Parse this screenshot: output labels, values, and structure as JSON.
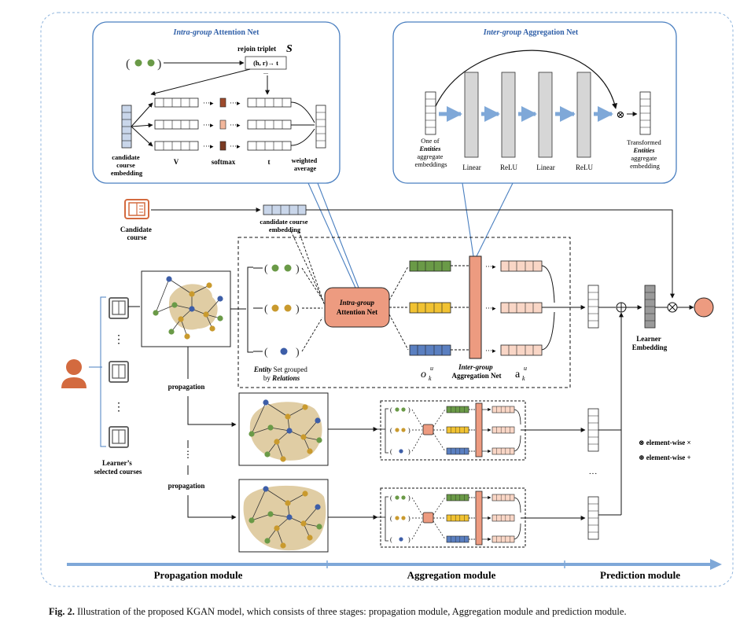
{
  "colors": {
    "green": "#6a9a47",
    "gold": "#c99a2e",
    "blue": "#3d5ea8",
    "salmon": "#ed9b80",
    "peach": "#f9d6c6",
    "tan": "#e0cda4",
    "frame_blue": "#4a7fc0",
    "arrow_blue": "#7fa8d8",
    "user": "#d36a3f",
    "light_blue_cell": "#c9d6ea",
    "gray_layer": "#d6d6d6"
  },
  "intra_net": {
    "title_italic": "Intra-group",
    "title_rest": " Attention Net",
    "rejoin_label": "rejoin triplet",
    "triplet_symbol": "S",
    "triplet_text": "(h, r)→ t",
    "triplet_dots": "...",
    "candidate_embed_label": [
      "candidate",
      "course",
      "embedding"
    ],
    "v_label": "V",
    "softmax_label": "softmax",
    "t_label": "t",
    "weighted_label": [
      "weighted",
      "average"
    ],
    "dots_arrow": "···▸"
  },
  "inter_net": {
    "title_italic": "Inter-group",
    "title_rest": " Aggregation Net",
    "layers": [
      "Linear",
      "ReLU",
      "Linear",
      "ReLU"
    ],
    "input_label": [
      "One of",
      "Entities",
      "aggregate",
      "embeddings"
    ],
    "output_label": [
      "Transformed",
      "Entities",
      "aggregate",
      "embedding"
    ],
    "otimes": "⊗"
  },
  "candidate": {
    "icon": "book-icon",
    "label": [
      "Candidate",
      "course"
    ],
    "embed_label": [
      "candidate course",
      "embedding"
    ]
  },
  "learner": {
    "icon": "person-icon",
    "courses_label": [
      "Learner’s",
      "selected courses"
    ],
    "vdots": "⋮",
    "embedding_label": [
      "Learner",
      "Embedding"
    ]
  },
  "propagation": {
    "label": "propagation",
    "vdots": "⋮"
  },
  "entity_set": {
    "label_italic": "Entity",
    "label_rest": " Set grouped",
    "by_word": "by ",
    "by_italic": "Relations"
  },
  "attention_box": [
    "Intra-group",
    "Attention Net"
  ],
  "aggregation_bar": [
    "Inter-group",
    "Aggregation Net"
  ],
  "symbols": {
    "o_main": "o",
    "o_sub": "k",
    "o_sup": "u",
    "a_main": "a",
    "a_sub": "k",
    "a_sup": "u",
    "hdots": "···"
  },
  "legend": {
    "times": "⊗ element-wise ×",
    "plus": "⊕ element-wise +"
  },
  "modules": [
    "Propagation module",
    "Aggregation module",
    "Prediction module"
  ],
  "caption": {
    "prefix": "Fig. 2.",
    "text": "  Illustration of the proposed KGAN model, which consists of three stages: propagation module, Aggregation module and prediction module."
  }
}
